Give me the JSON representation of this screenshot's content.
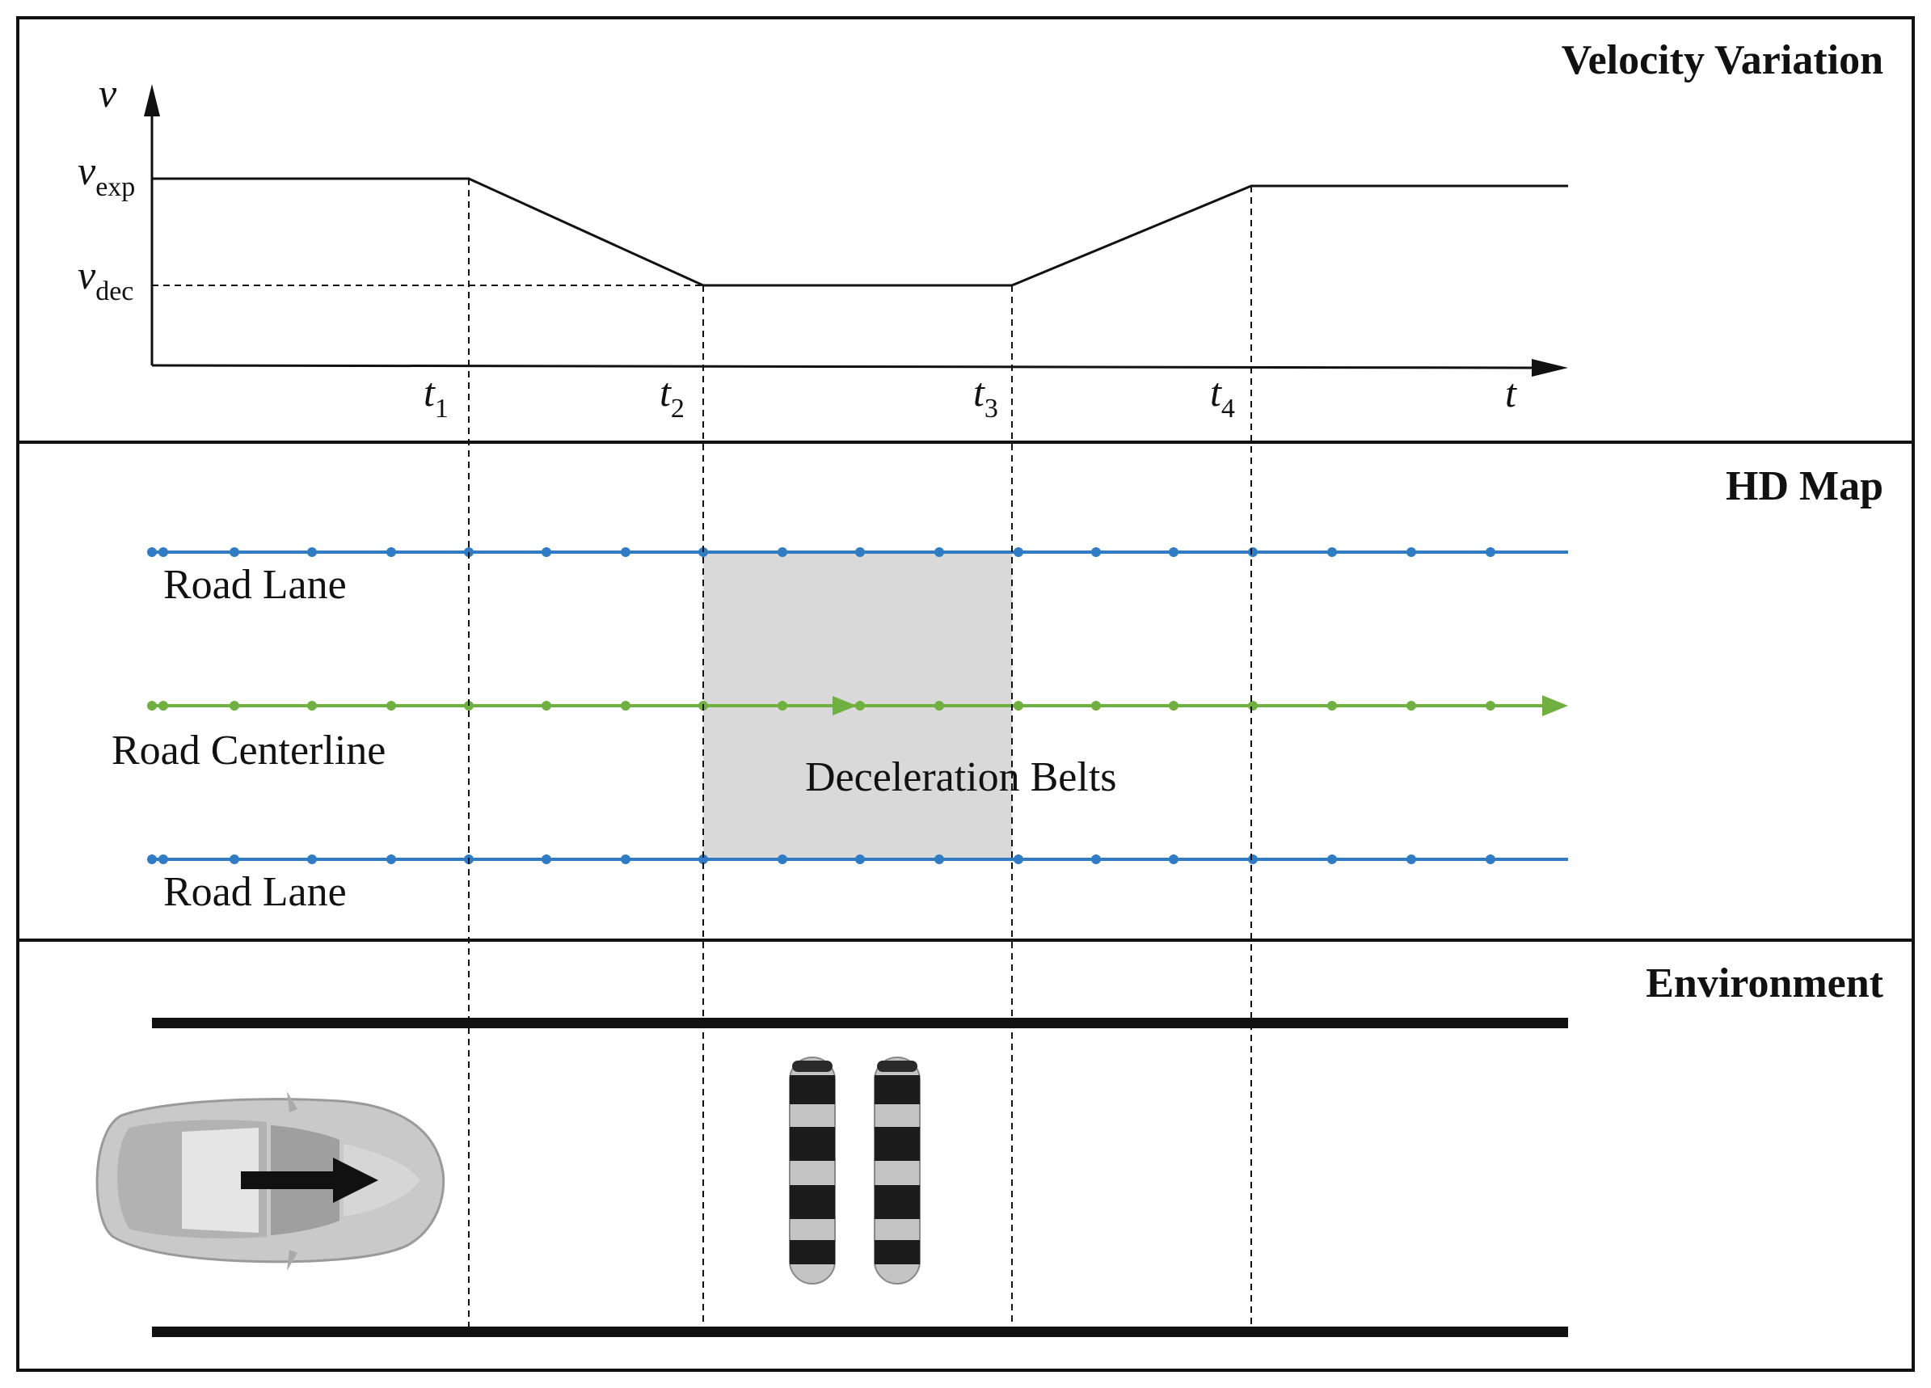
{
  "panels": {
    "velocity": {
      "title": "Velocity Variation"
    },
    "hdmap": {
      "title": "HD Map"
    },
    "environment": {
      "title": "Environment"
    }
  },
  "velocity_axis": {
    "y_symbol": "v",
    "x_symbol": "t",
    "v_exp": {
      "base": "v",
      "sub": "exp"
    },
    "v_dec": {
      "base": "v",
      "sub": "dec"
    },
    "times": [
      {
        "base": "t",
        "sub": "1"
      },
      {
        "base": "t",
        "sub": "2"
      },
      {
        "base": "t",
        "sub": "3"
      },
      {
        "base": "t",
        "sub": "4"
      }
    ]
  },
  "hdmap_labels": {
    "lane_top": "Road Lane",
    "centerline": "Road Centerline",
    "lane_bottom": "Road Lane",
    "belts": "Deceleration Belts"
  },
  "colors": {
    "lane": "#2f7cc4",
    "centerline": "#6fb040",
    "belt_zone": "#d9d9d9",
    "line": "#111111"
  },
  "icons": {
    "vehicle": "car-topview-icon",
    "direction": "arrow-right-icon",
    "speed_bump": "speed-bump-icon"
  }
}
